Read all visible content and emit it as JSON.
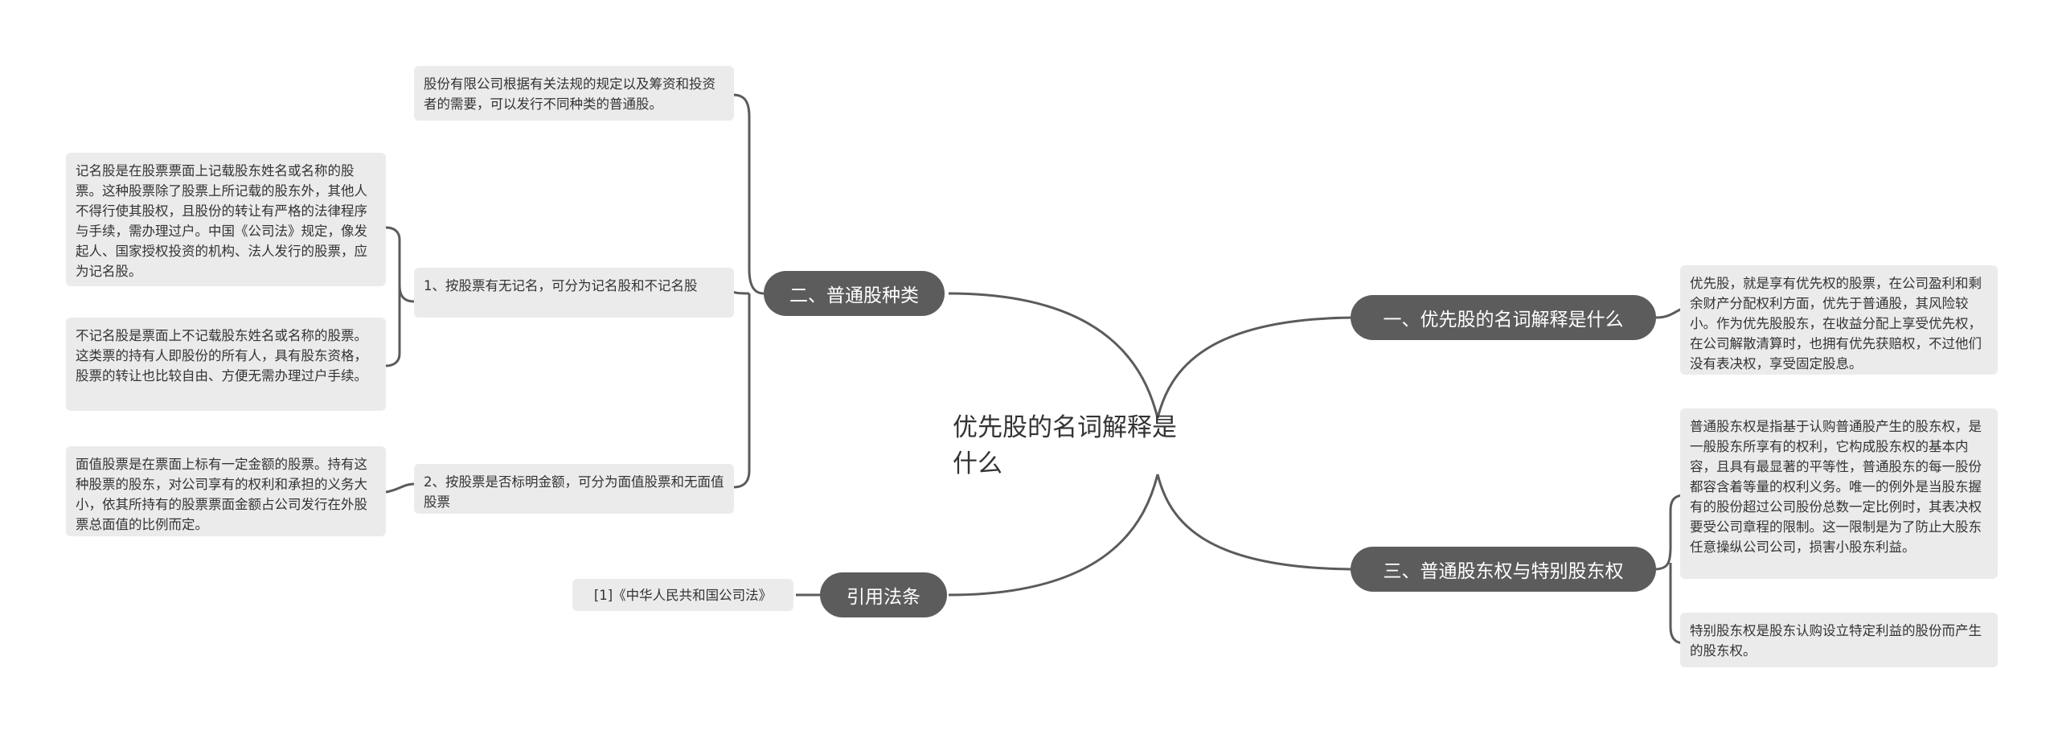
{
  "root": {
    "title": "优先股的名词解释是什么"
  },
  "branches": {
    "b1": {
      "label": "一、优先股的名词解释是什么"
    },
    "b2": {
      "label": "二、普通股种类"
    },
    "b3": {
      "label": "三、普通股东权与特别股东权"
    },
    "b4": {
      "label": "引用法条"
    }
  },
  "leaves": {
    "b1_def": "优先股，就是享有优先权的股票，在公司盈利和剩余财产分配权利方面，优先于普通股，其风险较小。作为优先股股东，在收益分配上享受优先权，在公司解散清算时，也拥有优先获赔权，不过他们没有表决权，享受固定股息。",
    "b2_intro": "股份有限公司根据有关法规的规定以及筹资和投资者的需要，可以发行不同种类的普通股。",
    "b2_sub1": "1、按股票有无记名，可分为记名股和不记名股",
    "b2_sub1_a": "记名股是在股票票面上记载股东姓名或名称的股票。这种股票除了股票上所记载的股东外，其他人不得行使其股权，且股份的转让有严格的法律程序与手续，需办理过户。中国《公司法》规定，像发起人、国家授权投资的机构、法人发行的股票，应为记名股。",
    "b2_sub1_b": "不记名股是票面上不记载股东姓名或名称的股票。这类票的持有人即股份的所有人，具有股东资格，股票的转让也比较自由、方便无需办理过户手续。",
    "b2_sub2": "2、按股票是否标明金额，可分为面值股票和无面值股票",
    "b2_sub2_a": "面值股票是在票面上标有一定金额的股票。持有这种股票的股东，对公司享有的权利和承担的义务大小，依其所持有的股票票面金额占公司发行在外股票总面值的比例而定。",
    "b3_a": "普通股东权是指基于认购普通股产生的股东权，是一般股东所享有的权利，它构成股东权的基本内容，且具有最显著的平等性，普通股东的每一股份都容含着等量的权利义务。唯一的例外是当股东握有的股份超过公司股份总数一定比例时，其表决权要受公司章程的限制。这一限制是为了防止大股东任意操纵公司公司，损害小股东利益。",
    "b3_b": "特别股东权是股东认购设立特定利益的股份而产生的股东权。",
    "b4_ref": "[1]《中华人民共和国公司法》"
  }
}
